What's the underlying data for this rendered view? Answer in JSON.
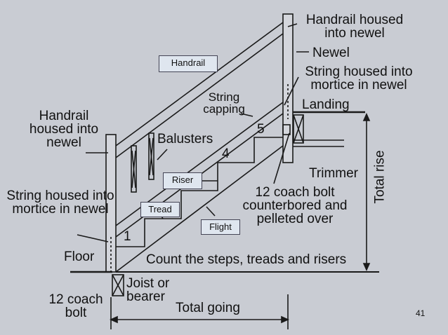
{
  "labels": {
    "handrail_housed_top": "Handrail housed into newel",
    "newel": "Newel",
    "string_housed_top": "String housed into mortice in newel",
    "landing": "Landing",
    "handrail_housed_left": "Handrail housed into newel",
    "string_capping": "String capping",
    "balusters": "Balusters",
    "total_rise": "Total rise",
    "trimmer": "Trimmer",
    "coach_bolt_right": "12 coach bolt counterbored and pelleted over",
    "string_housed_left": "String housed into mortice in newel",
    "floor": "Floor",
    "count_steps": "Count the steps, treads and risers",
    "coach_bolt_left": "12 coach bolt",
    "joist": "Joist or bearer",
    "total_going": "Total going"
  },
  "boxes": {
    "handrail": "Handrail",
    "riser": "Riser",
    "tread": "Tread",
    "flight": "Flight"
  },
  "step_numbers": [
    "1",
    "4",
    "5"
  ],
  "page_number": "41",
  "colors": {
    "background": "#c9ccd3",
    "ink": "#111111",
    "box_fill": "#dfe6ef"
  }
}
